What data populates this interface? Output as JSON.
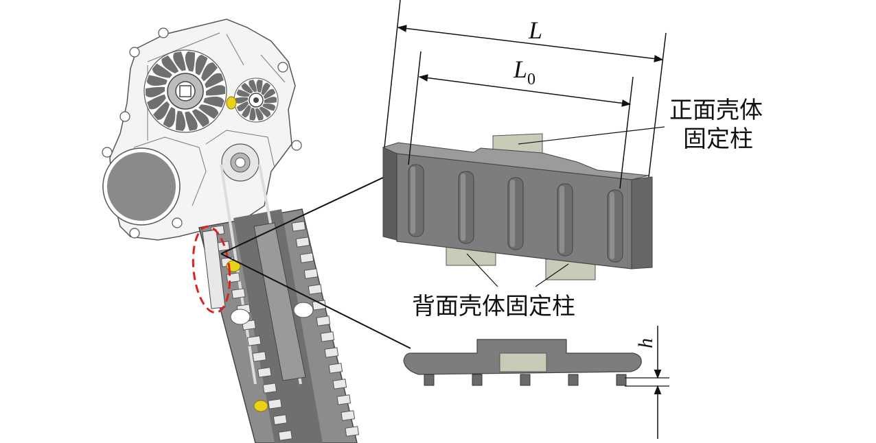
{
  "labels": {
    "front_post_line1": "正面壳体",
    "front_post_line2": "固定柱",
    "back_post": "背面壳体固定柱"
  },
  "dimensions": {
    "L": "L",
    "L0_base": "L",
    "L0_sub": "0",
    "h": "h"
  },
  "colors": {
    "part_face": "#7d7d7d",
    "part_side": "#5c5c5c",
    "post": "#c9cbb8",
    "highlight_ellipse": "#e02020",
    "gear_dark": "#6f6f6f",
    "gear_hole": "#8a8a8a",
    "yellow_screw": "#e8d21a"
  }
}
